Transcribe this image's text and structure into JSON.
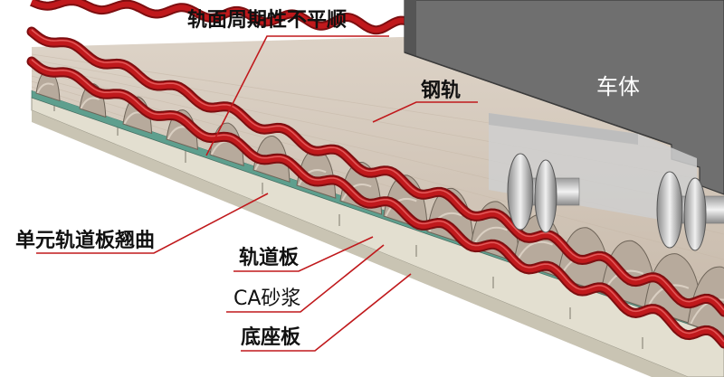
{
  "labels": {
    "periodic_irregularity": "轨面周期性不平顺",
    "rail": "钢轨",
    "car_body": "车体",
    "slab_warping": "单元轨道板翘曲",
    "track_slab": "轨道板",
    "ca_mortar": "CA砂浆",
    "base_plate": "底座板"
  },
  "colors": {
    "rail": "#c0191c",
    "rail_dark": "#7d0e10",
    "track_slab": "#d3c7ba",
    "ca_mortar": "#5e9f8e",
    "base_plate": "#ded9c8",
    "car_body": "#6f6f6f",
    "bogie": "#c9c9c9",
    "leader_line": "#c0191c"
  }
}
